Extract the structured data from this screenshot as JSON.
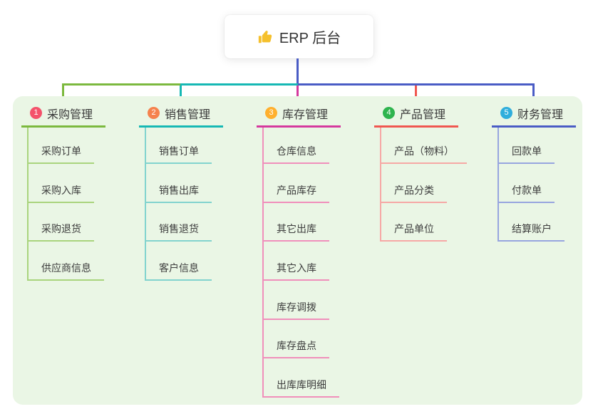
{
  "root": {
    "label": "ERP 后台",
    "icon": "thumbs-up-icon"
  },
  "colors": {
    "root_line": "#4A5CC5",
    "panel_bg": "#EAF6E5",
    "thumb_gold": "#F5C02C"
  },
  "branches": [
    {
      "num": "1",
      "label": "采购管理",
      "color": "#7CB93E",
      "light_color": "#A9D47D",
      "badge_color": "#F4526B",
      "children": [
        "采购订单",
        "采购入库",
        "采购退货",
        "供应商信息"
      ]
    },
    {
      "num": "2",
      "label": "销售管理",
      "color": "#16B8B4",
      "light_color": "#82D3CE",
      "badge_color": "#F5824D",
      "children": [
        "销售订单",
        "销售出库",
        "销售退货",
        "客户信息"
      ]
    },
    {
      "num": "3",
      "label": "库存管理",
      "color": "#D5399E",
      "light_color": "#F08FBB",
      "badge_color": "#FFB02E",
      "children": [
        "仓库信息",
        "产品库存",
        "其它出库",
        "其它入库",
        "库存调拨",
        "库存盘点",
        "出库库明细"
      ]
    },
    {
      "num": "4",
      "label": "产品管理",
      "color": "#F05750",
      "light_color": "#F6A8A5",
      "badge_color": "#2EB44E",
      "children": [
        "产品（物料）",
        "产品分类",
        "产品单位"
      ]
    },
    {
      "num": "5",
      "label": "财务管理",
      "color": "#4A5CC5",
      "light_color": "#97A5DF",
      "badge_color": "#2FAEDC",
      "children": [
        "回款单",
        "付款单",
        "结算账户"
      ]
    }
  ]
}
